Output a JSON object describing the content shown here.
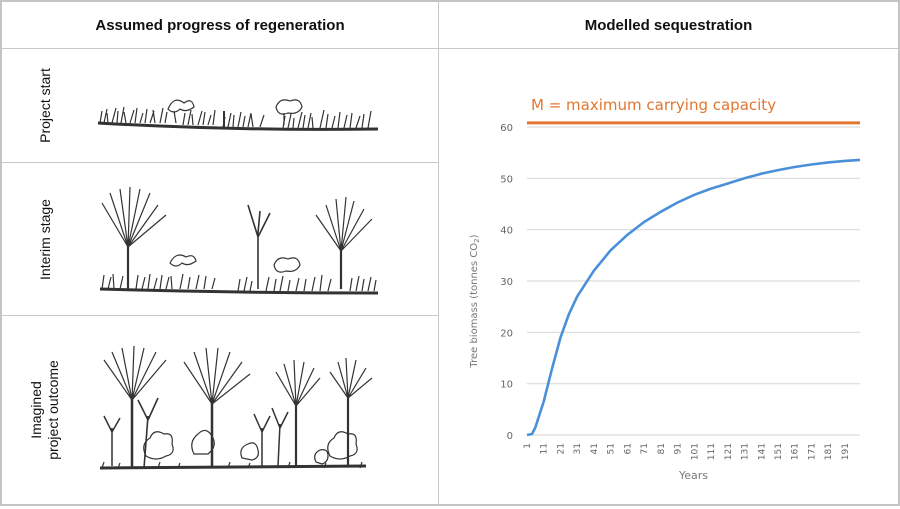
{
  "table": {
    "headers": [
      "Assumed progress of regeneration",
      "Modelled sequestration"
    ],
    "rows": [
      {
        "label": "Project start",
        "sketch": "grass-and-shrubs-sketch"
      },
      {
        "label": "Interim stage",
        "sketch": "young-trees-sketch"
      },
      {
        "label": "Imagined\nproject outcome",
        "sketch": "mature-forest-sketch"
      }
    ]
  },
  "chart_data": {
    "type": "line",
    "title": "",
    "xlabel": "Years",
    "ylabel": "Tree biomass (tonnes CO2)",
    "ylim": [
      0,
      60
    ],
    "yticks": [
      0,
      10,
      20,
      30,
      40,
      50,
      60
    ],
    "xticks": [
      1,
      11,
      21,
      31,
      41,
      51,
      61,
      71,
      81,
      91,
      101,
      111,
      121,
      131,
      141,
      151,
      161,
      171,
      181,
      191
    ],
    "grid": true,
    "annotation": {
      "text": "M = maximum carrying capacity",
      "color": "#e2762f",
      "y": 60.8
    },
    "series": [
      {
        "name": "Tree biomass",
        "color": "#4a90d9",
        "x": [
          1,
          4,
          6,
          8,
          11,
          16,
          21,
          26,
          31,
          41,
          51,
          61,
          71,
          81,
          91,
          101,
          111,
          121,
          131,
          141,
          151,
          161,
          171,
          181,
          191,
          200
        ],
        "values": [
          0,
          0.2,
          1.5,
          3.5,
          6.5,
          13,
          19,
          23.5,
          27,
          32,
          36,
          39,
          41.5,
          43.5,
          45.3,
          46.8,
          48,
          49,
          50,
          50.9,
          51.6,
          52.2,
          52.7,
          53.1,
          53.4,
          53.6
        ]
      }
    ]
  }
}
